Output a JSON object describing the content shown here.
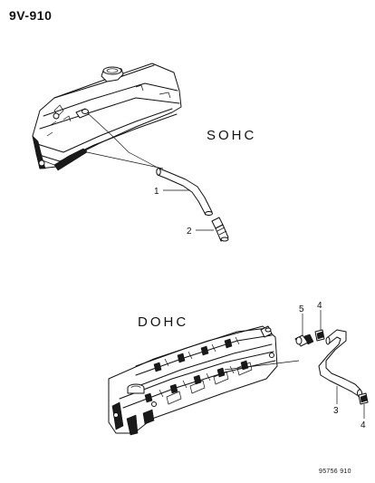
{
  "diagram_id": "9V-910",
  "sections": {
    "sohc": "SOHC",
    "dohc": "DOHC"
  },
  "callouts": {
    "sohc_hose": "1",
    "sohc_valve": "2",
    "dohc_hose": "3",
    "dohc_clamp_top": "4",
    "dohc_clamp_bottom": "4",
    "dohc_valve": "5"
  },
  "footer_code": "95756 910"
}
